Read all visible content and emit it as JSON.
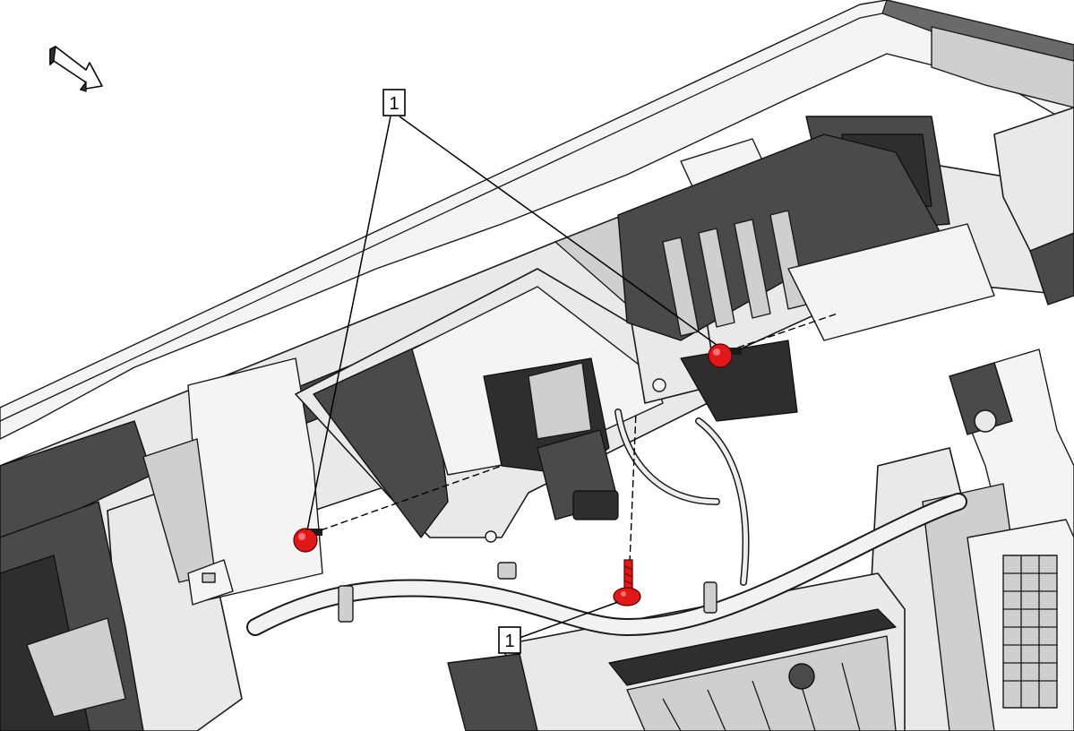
{
  "callouts": [
    {
      "id": "callout-top",
      "label": "1"
    },
    {
      "id": "callout-bottom",
      "label": "1"
    }
  ],
  "direction_arrow": {
    "icon": "forward-direction-arrow-icon"
  },
  "fasteners": {
    "color": "#e01818",
    "count": 3
  }
}
